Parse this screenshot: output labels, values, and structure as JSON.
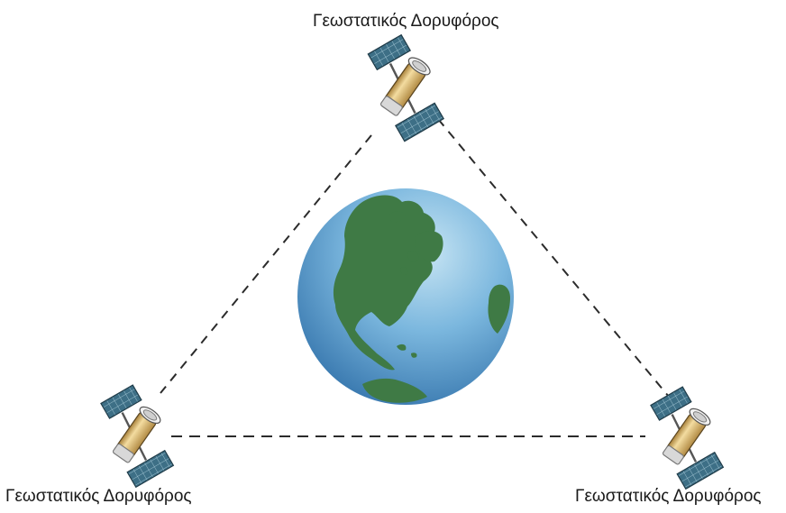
{
  "labels": {
    "top": "Γεωστατικός Δορυφόρος",
    "bottom_left": "Γεωστατικός Δορυφόρος",
    "bottom_right": "Γεωστατικός Δορυφόρος"
  },
  "colors": {
    "ocean": "#4f93c9",
    "land": "#3f7a45",
    "dash_line": "#2b2b2b",
    "panel": "#3d6f86",
    "satellite_body": "#e3c27b"
  },
  "icons": {
    "earth": "earth-globe-icon",
    "satellite": "satellite-icon"
  }
}
